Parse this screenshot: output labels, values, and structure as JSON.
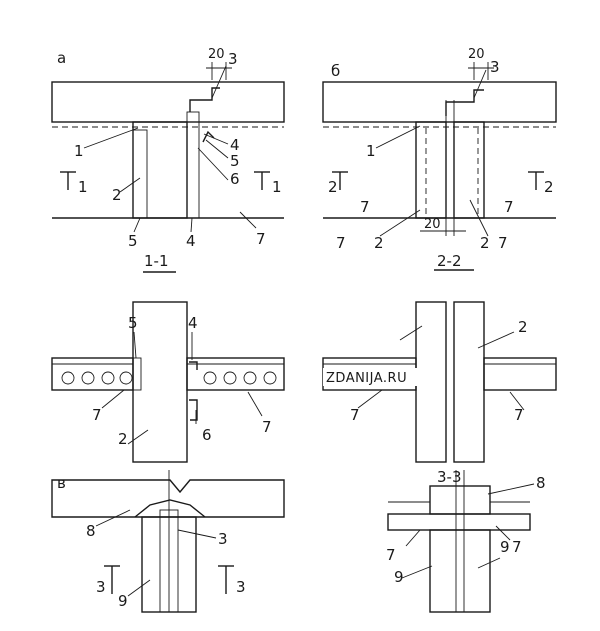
{
  "panels": {
    "a": "а",
    "b": "б",
    "v": "в"
  },
  "sections": {
    "s11": "1-1",
    "s22": "2-2",
    "s33": "3-3"
  },
  "dims": {
    "d20": "20"
  },
  "cut_marks": {
    "m1": "1",
    "m2": "2",
    "m3": "3"
  },
  "callouts": {
    "n1": "1",
    "n2": "2",
    "n3": "3",
    "n4": "4",
    "n5": "5",
    "n6": "6",
    "n7": "7",
    "n8": "8",
    "n9": "9"
  },
  "watermark": "ZDANIJA.RU",
  "colors": {
    "ink": "#1a1a1a",
    "paper": "#ffffff"
  }
}
